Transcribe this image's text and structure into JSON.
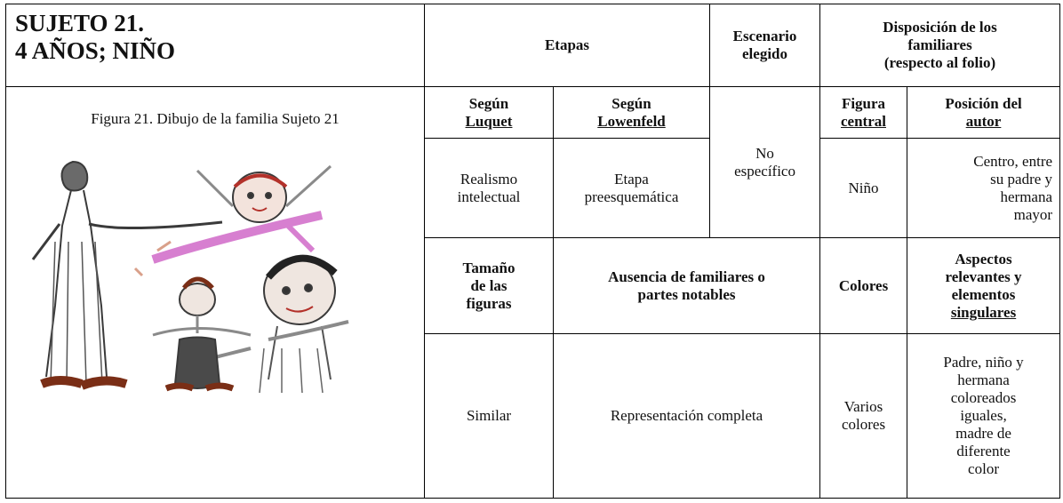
{
  "subject": {
    "line1": "SUJETO 21.",
    "line2": "4 AÑOS; NIÑO"
  },
  "header": {
    "etapas": "Etapas",
    "escenario": [
      "Escenario",
      "elegido"
    ],
    "disposicion": [
      "Disposición de los",
      "familiares",
      "(respecto al folio)"
    ]
  },
  "figure": {
    "caption": "Figura 21. Dibujo de la familia Sujeto 21"
  },
  "row_a_headers": {
    "luquet": [
      "Según",
      "Luquet"
    ],
    "lowenfeld": [
      "Según",
      "Lowenfeld"
    ],
    "figura_central": [
      "Figura",
      "central"
    ],
    "posicion_autor": [
      "Posición del",
      "autor"
    ]
  },
  "row_a_values": {
    "luquet": [
      "Realismo",
      "intelectual"
    ],
    "lowenfeld": [
      "Etapa",
      "preesquemática"
    ],
    "escenario": [
      "No",
      "específico"
    ],
    "figura_central": "Niño",
    "posicion_autor": [
      "Centro, entre",
      "su padre y",
      "hermana",
      "mayor"
    ]
  },
  "row_b_headers": {
    "tamano": [
      "Tamaño",
      "de las",
      "figuras"
    ],
    "ausencia": [
      "Ausencia de familiares o",
      "partes notables"
    ],
    "colores": "Colores",
    "aspectos": [
      "Aspectos",
      "relevantes y",
      "elementos",
      "singulares"
    ]
  },
  "row_b_values": {
    "tamano": "Similar",
    "ausencia": "Representación completa",
    "colores": [
      "Varios",
      "colores"
    ],
    "aspectos": [
      "Padre, niño y",
      "hermana",
      "coloreados",
      "iguales,",
      "madre de",
      "diferente",
      "color"
    ]
  },
  "drawing": {
    "figures": [
      "father",
      "mother",
      "boy",
      "sister"
    ],
    "colors": {
      "pencil": "#3a3a3a",
      "grey": "#8a8a8a",
      "pink": "#d77fd0",
      "skin": "#d9a08a",
      "brown": "#7a2e16",
      "red": "#b3312a"
    }
  }
}
